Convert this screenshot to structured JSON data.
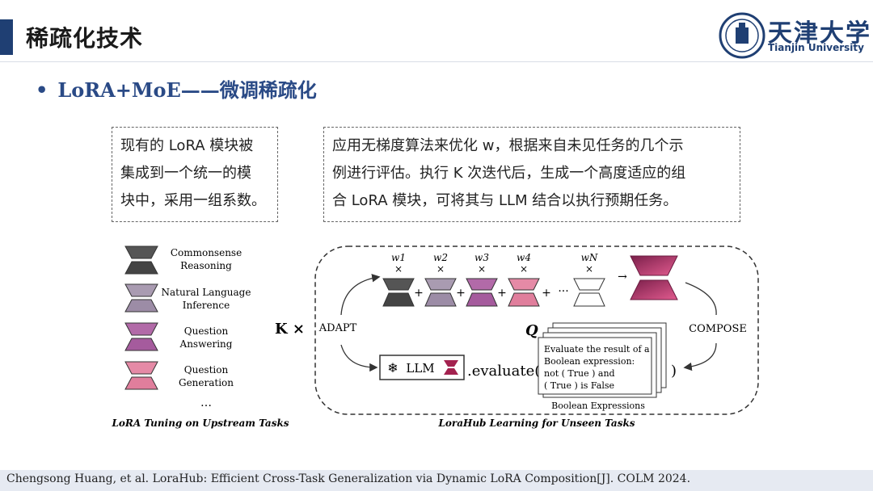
{
  "header": {
    "title": "稀疏化技术",
    "logo": {
      "name_cn": "天津大学",
      "name_en": "Tianjin University"
    }
  },
  "bullet": {
    "text": "LoRA+MoE——微调稀疏化"
  },
  "boxes": {
    "left": {
      "lines": [
        "现有的 LoRA 模块被",
        "集成到一个统一的模",
        "块中，采用一组系数。"
      ]
    },
    "right": {
      "lines": [
        "应用无梯度算法来优化 w，根据来自未见任务的几个示",
        "例进行评估。执行 K 次迭代后，生成一个高度适应的组",
        "合 LoRA 模块，可将其与 LLM 结合以执行预期任务。"
      ]
    }
  },
  "diagram": {
    "legend": [
      {
        "label1": "Commonsense",
        "label2": "Reasoning",
        "color_top": "#555555",
        "color_bottom": "#444444"
      },
      {
        "label1": "Natural Language",
        "label2": "Inference",
        "color_top": "#a99bb1",
        "color_bottom": "#9c8ca6"
      },
      {
        "label1": "Question",
        "label2": "Answering",
        "color_top": "#b26aa8",
        "color_bottom": "#a55b9d"
      },
      {
        "label1": "Question",
        "label2": "Generation",
        "color_top": "#e58aa6",
        "color_bottom": "#e07e9c"
      }
    ],
    "legend_more": "…",
    "left_caption": "LoRA Tuning on Upstream Tasks",
    "right_caption": "LoraHub Learning for Unseen Tasks",
    "k_label": "K ×",
    "adapt_label": "ADAPT",
    "compose_label": "COMPOSE",
    "weights": [
      "w1",
      "w2",
      "w3",
      "w4",
      "wN"
    ],
    "times": "×",
    "plus": "+",
    "ellipsis": "···",
    "arrow": "→",
    "llm_label": "LLM",
    "snowflake": "❄",
    "evaluate_label": ".evaluate(",
    "close_paren": ")",
    "q_label": "Q",
    "card_lines": [
      "Evaluate the result of a",
      "Boolean expression:",
      "not ( True ) and",
      "( True ) is False"
    ],
    "card_caption": "Boolean Expressions"
  },
  "footer": {
    "citation": "Chengsong Huang, et al. LoraHub: Efficient Cross-Task Generalization via Dynamic LoRA Composition[J]. COLM 2024."
  }
}
